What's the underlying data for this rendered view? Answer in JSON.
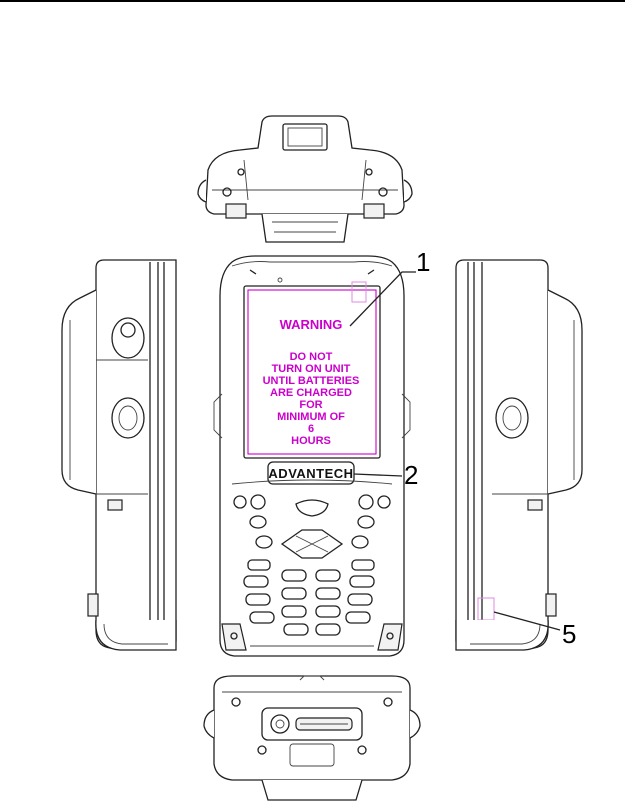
{
  "callouts": {
    "c1": "1",
    "c2": "2",
    "c5": "5"
  },
  "warning_label": {
    "title": "WARNING",
    "lines": [
      "DO NOT",
      "TURN ON UNIT",
      "UNTIL BATTERIES",
      "ARE CHARGED",
      "FOR",
      "MINIMUM OF",
      "6",
      "HOURS"
    ],
    "color": "#cc00cc"
  },
  "brand": {
    "logo_text": "ADVANTECH"
  }
}
